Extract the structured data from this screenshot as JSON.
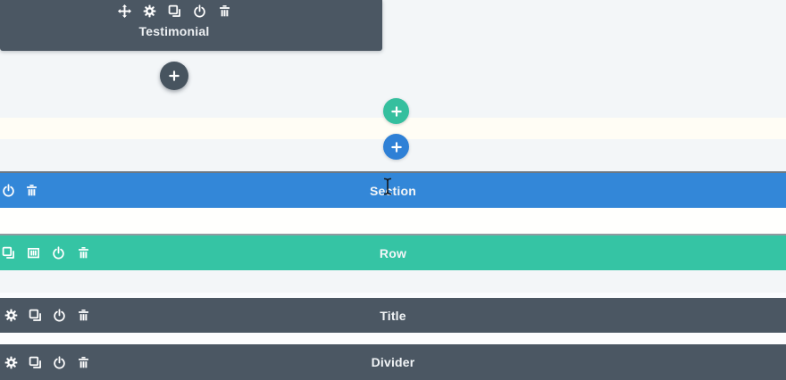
{
  "colors": {
    "background": "#f3f6f8",
    "warm_band": "#fffdf5",
    "slate": "#4b5763",
    "section_blue": "#3387d8",
    "row_teal": "#35c4a4",
    "add_module_dark": "#47545f",
    "add_row_teal": "#35bf9e",
    "add_section_blue": "#2e80d6",
    "text": "#ffffff"
  },
  "testimonial_toolbar": {
    "label": "Testimonial",
    "icons": [
      "move-icon",
      "gear-icon",
      "duplicate-icon",
      "power-icon",
      "trash-icon"
    ]
  },
  "add_buttons": {
    "module": {
      "icon": "plus-icon"
    },
    "row": {
      "icon": "plus-icon"
    },
    "section": {
      "icon": "plus-icon"
    }
  },
  "bars": {
    "section": {
      "label": "Section",
      "icons": [
        "power-icon",
        "trash-icon"
      ]
    },
    "row": {
      "label": "Row",
      "icons": [
        "duplicate-icon",
        "columns-icon",
        "power-icon",
        "trash-icon"
      ]
    },
    "title": {
      "label": "Title",
      "icons": [
        "gear-icon",
        "duplicate-icon",
        "power-icon",
        "trash-icon"
      ]
    },
    "divider": {
      "label": "Divider",
      "icons": [
        "gear-icon",
        "duplicate-icon",
        "power-icon",
        "trash-icon"
      ]
    }
  },
  "cursor": {
    "type": "text-ibeam",
    "over": "section-bar-label"
  }
}
